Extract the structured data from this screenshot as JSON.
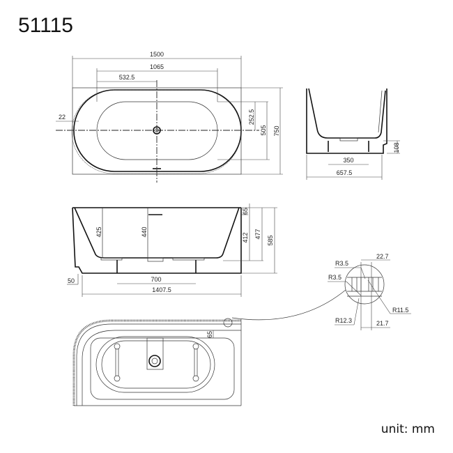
{
  "title": "51115",
  "unit_label": "unit: mm",
  "top_view": {
    "overall_length": "1500",
    "inner_length": "1065",
    "half_inner_length": "532.5",
    "rim_offset": "22",
    "half_inner_width": "252.5",
    "inner_width": "505",
    "overall_width": "750"
  },
  "end_view": {
    "leg_spacing": "350",
    "overall_depth": "657.5",
    "base_height": "108"
  },
  "side_view": {
    "depth_left": "425",
    "depth_center": "440",
    "overflow_offset": "65",
    "water_depth": "412",
    "inner_height": "477",
    "overall_height": "585",
    "plinth_height": "50",
    "leg_spacing": "700",
    "base_length": "1407.5"
  },
  "rib_detail": {
    "radius_top": "R3.5",
    "radius_mid": "R3.5",
    "radius_right": "R11.5",
    "radius_bottom": "R12.3",
    "pitch_top": "22.7",
    "pitch_bottom": "21.7"
  },
  "plan_view": {
    "rim_width": "65"
  }
}
